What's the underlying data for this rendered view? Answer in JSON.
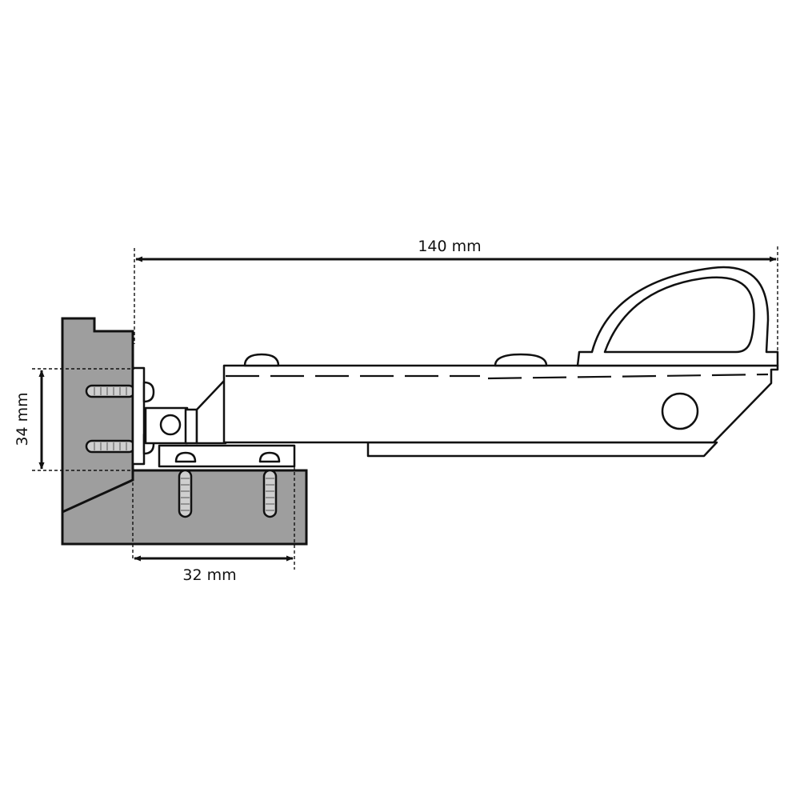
{
  "dimensions": {
    "length": "140 mm",
    "height": "34 mm",
    "depth": "32 mm"
  },
  "colors": {
    "line": "#111111",
    "wood": "#9e9e9e",
    "background": "#ffffff"
  }
}
